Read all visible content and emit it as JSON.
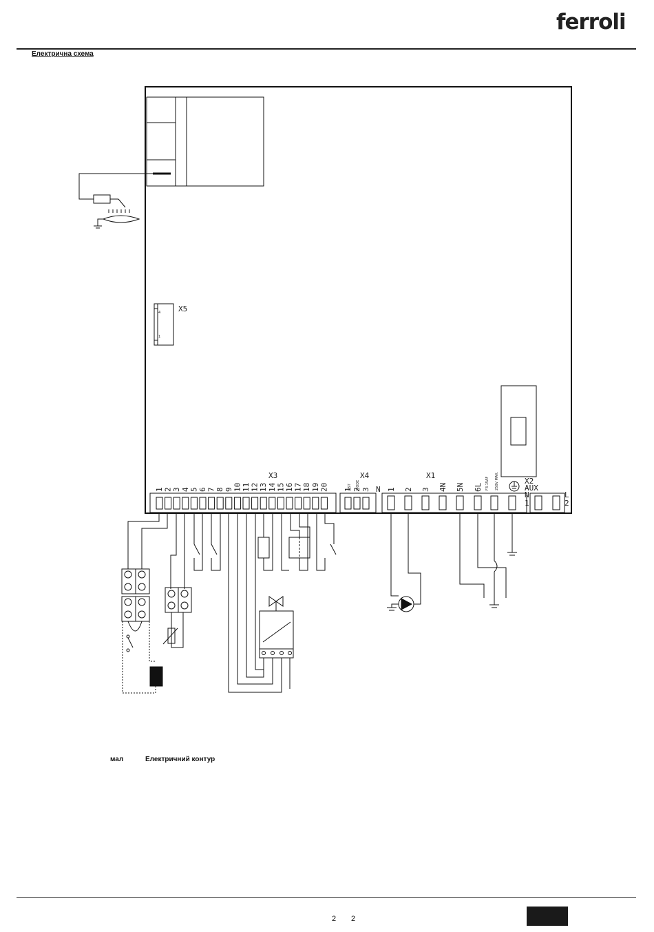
{
  "header": {
    "brand": "ferroli",
    "section_title": "Електрична схема"
  },
  "connectors": {
    "x3": {
      "name": "X3",
      "pins": [
        "1",
        "2",
        "3",
        "4",
        "5",
        "6",
        "7",
        "8",
        "9",
        "10",
        "11",
        "12",
        "13",
        "14",
        "15",
        "16",
        "17",
        "18",
        "19",
        "20"
      ]
    },
    "x4": {
      "name": "X4",
      "pins": [
        "1",
        "2",
        "3"
      ],
      "pin_notes": [
        "RST",
        "MODE"
      ]
    },
    "x1": {
      "name": "X1",
      "pins": [
        "1",
        "2",
        "3",
        "4N",
        "5N",
        "6L"
      ],
      "leading": "N"
    },
    "x2": {
      "name": "X2",
      "sub": "AUX",
      "pins": [
        "N",
        "1",
        "L",
        "2"
      ]
    },
    "x5": {
      "name": "X5",
      "pins": [
        "4",
        "1"
      ]
    },
    "fuse": {
      "rating": "F3.15AF",
      "voltage": "250V MAX."
    }
  },
  "caption": {
    "left": "мал",
    "right": "Електричний контур"
  },
  "footer": {
    "page_a": "2",
    "page_b": "2"
  }
}
